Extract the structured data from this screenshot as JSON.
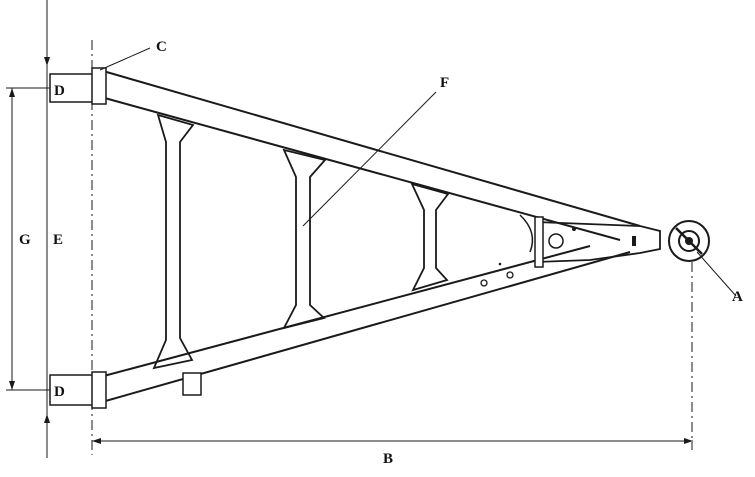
{
  "labels": {
    "a": "A",
    "b": "B",
    "c": "C",
    "d_top": "D",
    "d_bottom": "D",
    "e": "E",
    "f": "F",
    "g": "G"
  }
}
